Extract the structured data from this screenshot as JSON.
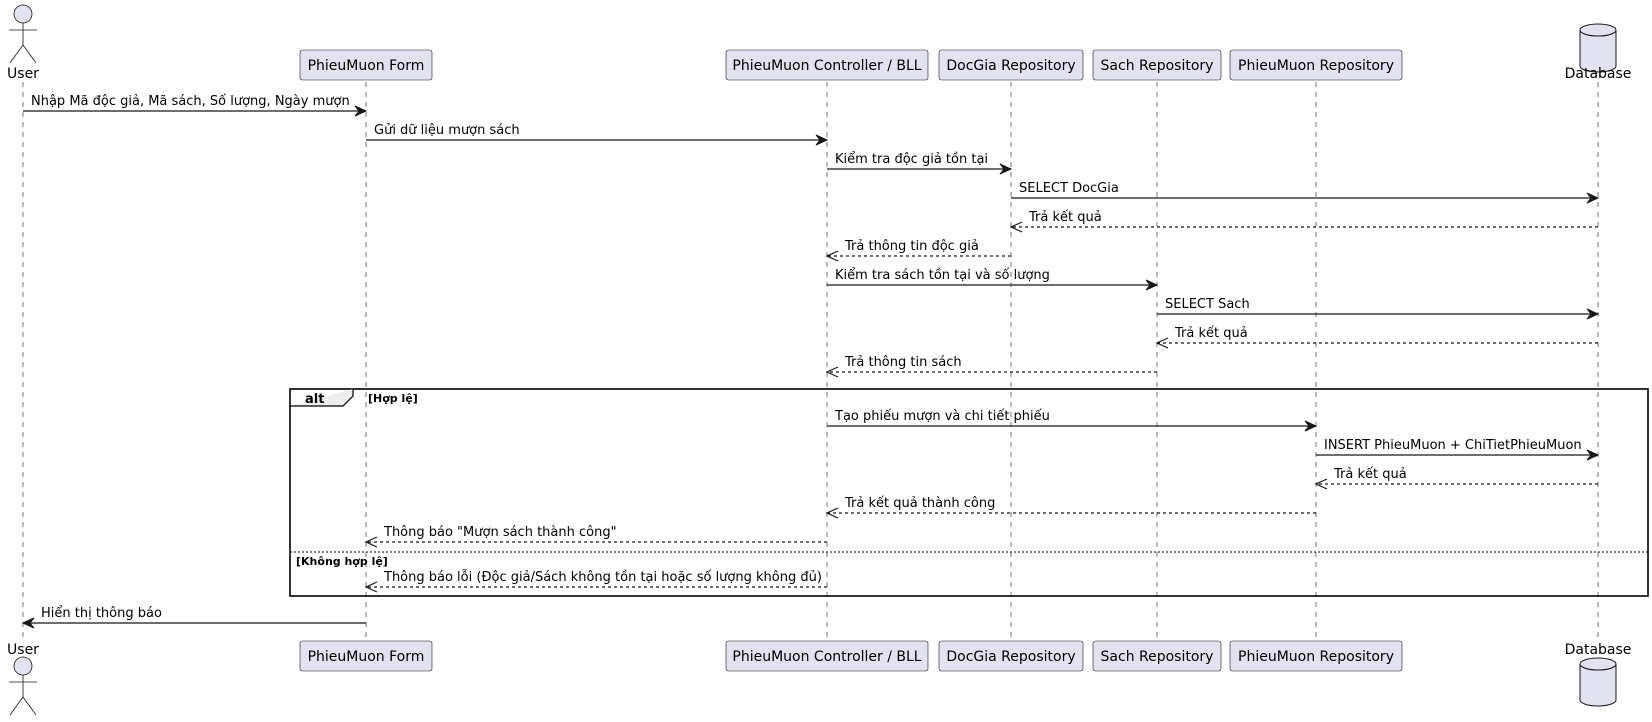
{
  "participants": [
    {
      "id": "user",
      "label": "User",
      "kind": "actor"
    },
    {
      "id": "form",
      "label": "PhieuMuon Form",
      "kind": "participant"
    },
    {
      "id": "ctrl",
      "label": "PhieuMuon Controller / BLL",
      "kind": "participant"
    },
    {
      "id": "docgia",
      "label": "DocGia Repository",
      "kind": "participant"
    },
    {
      "id": "sach",
      "label": "Sach Repository",
      "kind": "participant"
    },
    {
      "id": "pmrepo",
      "label": "PhieuMuon Repository",
      "kind": "participant"
    },
    {
      "id": "db",
      "label": "Database",
      "kind": "database"
    }
  ],
  "messages": [
    {
      "from": "user",
      "to": "form",
      "text": "Nhập Mã độc giả, Mã sách, Số lượng, Ngày mượn",
      "return": false
    },
    {
      "from": "form",
      "to": "ctrl",
      "text": "Gửi dữ liệu mượn sách",
      "return": false
    },
    {
      "from": "ctrl",
      "to": "docgia",
      "text": "Kiểm tra độc giả tồn tại",
      "return": false
    },
    {
      "from": "docgia",
      "to": "db",
      "text": "SELECT DocGia",
      "return": false
    },
    {
      "from": "db",
      "to": "docgia",
      "text": "Trả kết quả",
      "return": true
    },
    {
      "from": "docgia",
      "to": "ctrl",
      "text": "Trả thông tin độc giả",
      "return": true
    },
    {
      "from": "ctrl",
      "to": "sach",
      "text": "Kiểm tra sách tồn tại và số lượng",
      "return": false
    },
    {
      "from": "sach",
      "to": "db",
      "text": "SELECT Sach",
      "return": false
    },
    {
      "from": "db",
      "to": "sach",
      "text": "Trả kết quả",
      "return": true
    },
    {
      "from": "sach",
      "to": "ctrl",
      "text": "Trả thông tin sách",
      "return": true
    },
    {
      "from": "ctrl",
      "to": "pmrepo",
      "text": "Tạo phiếu mượn và chi tiết phiếu",
      "return": false
    },
    {
      "from": "pmrepo",
      "to": "db",
      "text": "INSERT PhieuMuon + ChiTietPhieuMuon",
      "return": false
    },
    {
      "from": "db",
      "to": "pmrepo",
      "text": "Trả kết quả",
      "return": true
    },
    {
      "from": "pmrepo",
      "to": "ctrl",
      "text": "Trả kết quả thành công",
      "return": true
    },
    {
      "from": "ctrl",
      "to": "form",
      "text": "Thông báo \"Mượn sách thành công\"",
      "return": true
    },
    {
      "from": "ctrl",
      "to": "form",
      "text": "Thông báo lỗi (Độc giả/Sách không tồn tại hoặc số lượng không đủ)",
      "return": true
    },
    {
      "from": "form",
      "to": "user",
      "text": "Hiển thị thông báo",
      "return": false
    }
  ],
  "alt_fragment": {
    "keyword": "alt",
    "guard_1": "[Hợp lệ]",
    "guard_2": "[Không hợp lệ]"
  }
}
